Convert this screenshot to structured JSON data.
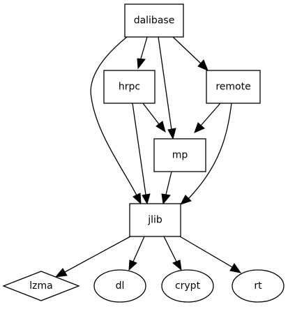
{
  "graph": {
    "nodes": {
      "dalibase": {
        "label": "dalibase",
        "shape": "box"
      },
      "hrpc": {
        "label": "hrpc",
        "shape": "box"
      },
      "remote": {
        "label": "remote",
        "shape": "box"
      },
      "mp": {
        "label": "mp",
        "shape": "box"
      },
      "jlib": {
        "label": "jlib",
        "shape": "box"
      },
      "lzma": {
        "label": "lzma",
        "shape": "diamond"
      },
      "dl": {
        "label": "dl",
        "shape": "ellipse"
      },
      "crypt": {
        "label": "crypt",
        "shape": "ellipse"
      },
      "rt": {
        "label": "rt",
        "shape": "ellipse"
      }
    },
    "edges": [
      {
        "from": "dalibase",
        "to": "hrpc"
      },
      {
        "from": "dalibase",
        "to": "mp"
      },
      {
        "from": "dalibase",
        "to": "remote"
      },
      {
        "from": "dalibase",
        "to": "jlib"
      },
      {
        "from": "hrpc",
        "to": "mp"
      },
      {
        "from": "hrpc",
        "to": "jlib"
      },
      {
        "from": "remote",
        "to": "mp"
      },
      {
        "from": "remote",
        "to": "jlib"
      },
      {
        "from": "mp",
        "to": "jlib"
      },
      {
        "from": "jlib",
        "to": "lzma"
      },
      {
        "from": "jlib",
        "to": "dl"
      },
      {
        "from": "jlib",
        "to": "crypt"
      },
      {
        "from": "jlib",
        "to": "rt"
      }
    ],
    "colors": {
      "stroke": "#000000",
      "fill": "#ffffff",
      "background": "#ffffff"
    }
  }
}
